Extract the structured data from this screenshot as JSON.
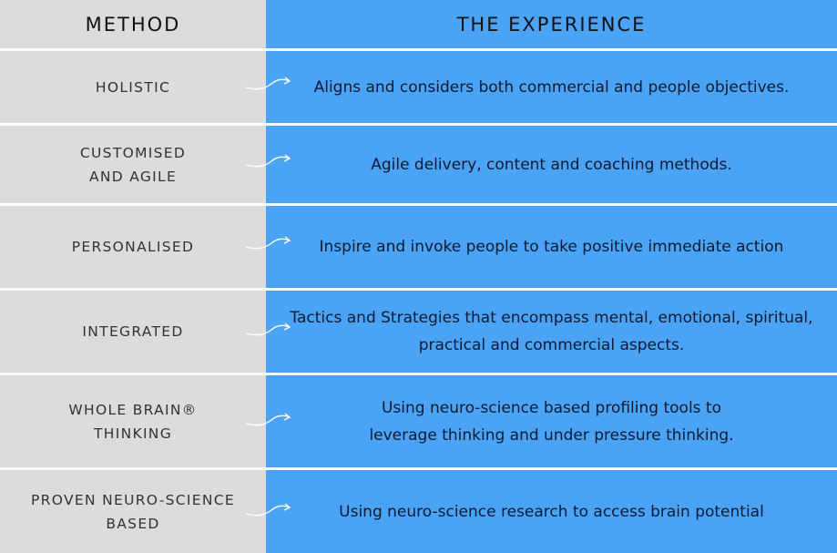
{
  "header": {
    "method": "METHOD",
    "experience": "THE EXPERIENCE"
  },
  "colors": {
    "left_background": "#dcdcdc",
    "right_background": "#4aa3f5",
    "divider": "#ffffff"
  },
  "rows": [
    {
      "method": "HOLISTIC",
      "experience": "Aligns and considers both commercial and people objectives."
    },
    {
      "method": "CUSTOMISED\nAND AGILE",
      "experience": "Agile delivery, content and coaching methods."
    },
    {
      "method": "PERSONALISED",
      "experience": "Inspire and invoke people to take positive immediate action"
    },
    {
      "method": "INTEGRATED",
      "experience": "Tactics and Strategies that encompass mental, emotional, spiritual,\npractical and commercial aspects."
    },
    {
      "method": "WHOLE BRAIN®\nTHINKING",
      "experience": "Using neuro-science based profiling tools to\nleverage thinking and under pressure thinking."
    },
    {
      "method": "PROVEN NEURO-SCIENCE\nBASED",
      "experience": "Using neuro-science research to access brain potential"
    }
  ],
  "arrow_icon": "curved-arrow-icon"
}
